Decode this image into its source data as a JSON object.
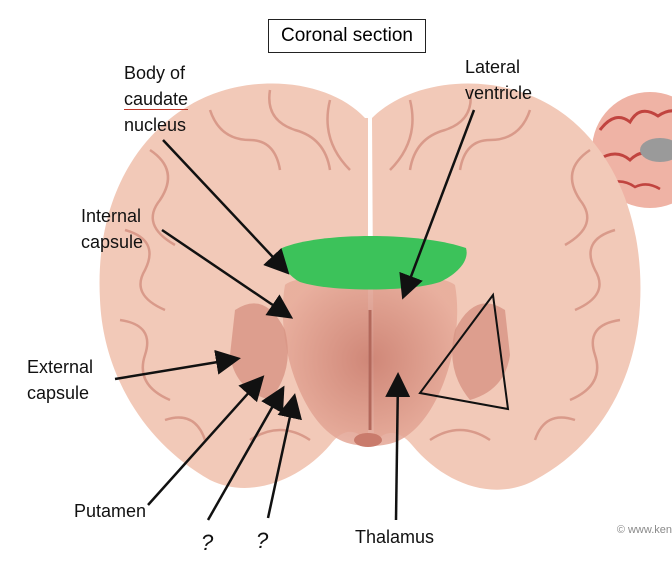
{
  "title": "Coronal section",
  "labels": {
    "body_caudate": [
      "Body of",
      "caudate",
      "nucleus"
    ],
    "lateral_ventricle": [
      "Lateral",
      "ventricle"
    ],
    "internal_capsule": [
      "Internal",
      "capsule"
    ],
    "external_capsule": [
      "External",
      "capsule"
    ],
    "putamen": "Putamen",
    "thalamus": "Thalamus",
    "question_1": "?",
    "question_2": "?"
  },
  "watermark": "© www.ken",
  "colors": {
    "cortex": "#f2c9b8",
    "sulcus": "#d99a8a",
    "deep_nuclei": "#d99484",
    "highlight": "#3cc25a"
  }
}
